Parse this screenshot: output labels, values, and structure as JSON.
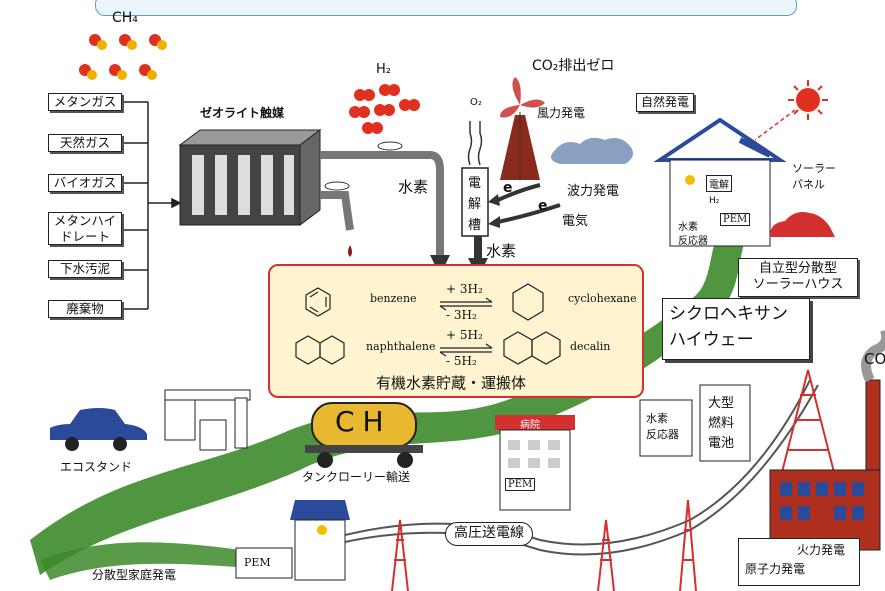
{
  "labels": {
    "ch4": "CH₄",
    "zeolite": "ゼオライト触媒",
    "h2": "H₂",
    "co2_zero": "CO₂排出ゼロ",
    "o2": "O₂",
    "wind": "風力発電",
    "hydrogen1": "水素",
    "hydrogen2": "水素",
    "electrolysis": [
      "電",
      "解",
      "槽"
    ],
    "e1": "e",
    "e2": "e",
    "wave": "波力発電",
    "electricity": "電気",
    "natural_power": "自然発電",
    "solar_panel": [
      "ソーラー",
      "パネル"
    ],
    "house_denkai": "電解",
    "house_h2": "H₂",
    "house_reactor": [
      "水素",
      "反応器"
    ],
    "house_pem": "PEM",
    "solar_house": [
      "自立型分散型",
      "ソーラーハウス"
    ],
    "highway": [
      "シクロヘキサン",
      "ハイウェー"
    ],
    "storage_title": "有機水素貯蔵・運搬体",
    "eco_stand": "エコスタンド",
    "tank_ch": "CH",
    "tanker": "タンクローリー輸送",
    "hospital": "病院",
    "hospital_pem": "PEM",
    "plant_reactor": [
      "水素",
      "反応器"
    ],
    "plant_cell": [
      "大型",
      "燃料",
      "電池"
    ],
    "power_line": "高圧送電線",
    "home_pem": "PEM",
    "home_gen": "分散型家庭発電",
    "thermal": "火力発電",
    "nuclear": "原子力発電",
    "co_edge": "CO"
  },
  "feedstocks": [
    "メタンガス",
    "天然ガス",
    "バイオガス",
    "メタンハイドレート",
    "下水汚泥",
    "廃棄物"
  ],
  "reactions": [
    {
      "left": "benzene",
      "plus": "+ 3H₂",
      "minus": "- 3H₂",
      "right": "cyclohexane"
    },
    {
      "left": "naphthalene",
      "plus": "+ 5H₂",
      "minus": "- 5H₂",
      "right": "decalin"
    }
  ],
  "colors": {
    "green": "#3d8a2a",
    "frame": "#d43030",
    "panel": "#fff3d0",
    "tower": "#d43030",
    "car": "#2c4a9a"
  }
}
